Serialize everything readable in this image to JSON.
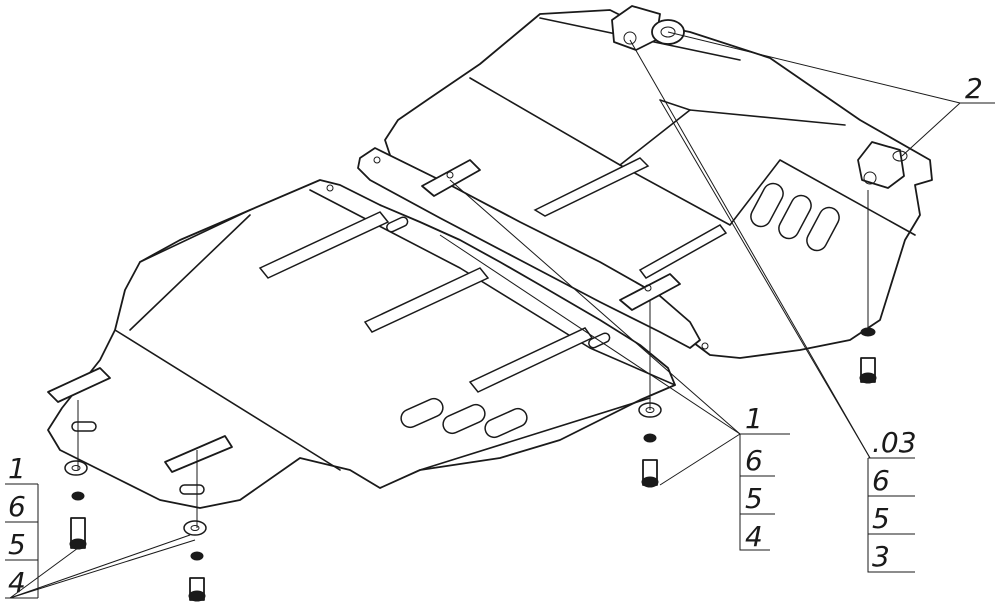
{
  "callouts": {
    "top_right": "2",
    "middle_stack": [
      "1",
      "6",
      "5",
      "4"
    ],
    "right_stack": [
      ".03",
      "6",
      "5",
      "3"
    ],
    "left_stack": [
      "1",
      "6",
      "5",
      "4"
    ]
  },
  "colors": {
    "line": "#1a1a1a",
    "background": "#ffffff"
  }
}
